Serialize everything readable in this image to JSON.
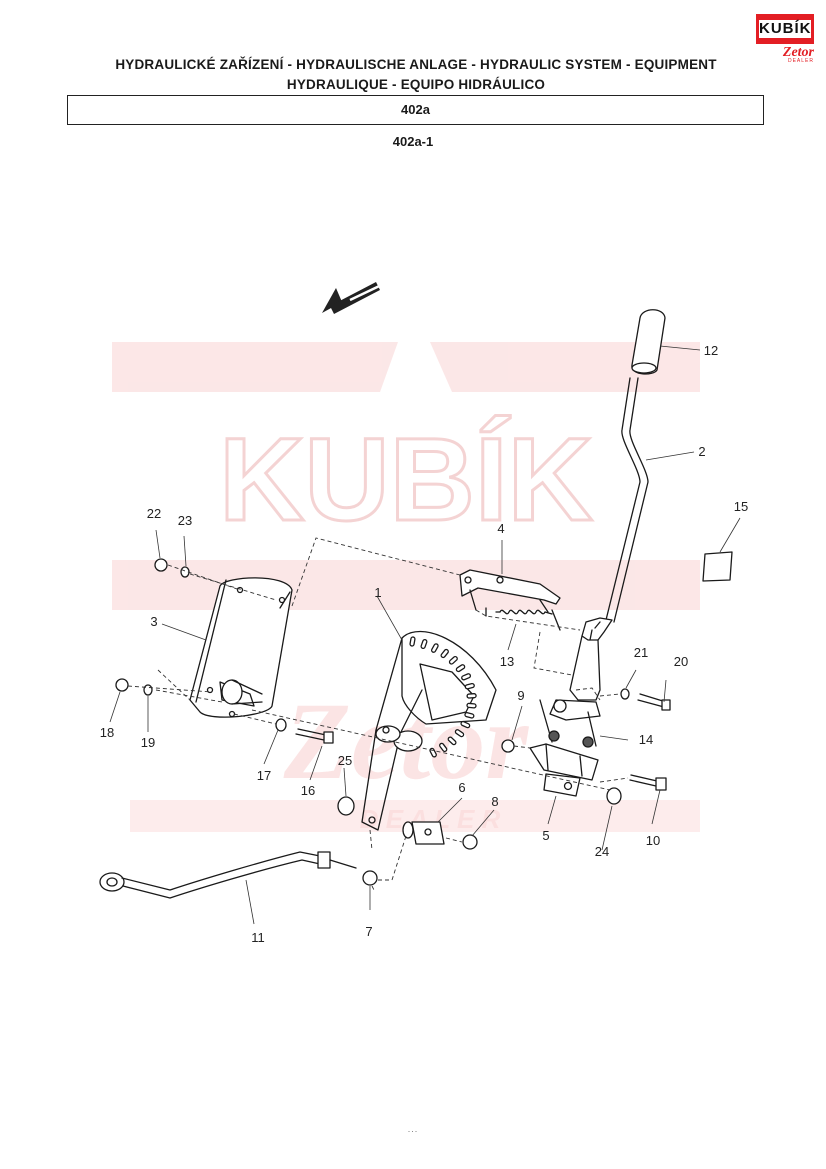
{
  "header": {
    "title_line1": "HYDRAULICKÉ ZAŘÍZENÍ - HYDRAULISCHE ANLAGE - HYDRAULIC SYSTEM - EQUIPMENT",
    "title_line2": "HYDRAULIQUE - EQUIPO HIDRÁULICO",
    "section_code": "402a",
    "figure_code": "402a-1"
  },
  "logo": {
    "brand": "KUBÍK",
    "make": "Zetor",
    "tag": "DEALER",
    "brand_color": "#e31e24"
  },
  "watermark": {
    "text": "KUBÍK",
    "make": "Zetor",
    "tag": "D E A L E R",
    "color": "#fbe3e3"
  },
  "diagram": {
    "callouts": [
      "1",
      "2",
      "3",
      "4",
      "5",
      "6",
      "7",
      "8",
      "9",
      "10",
      "11",
      "12",
      "13",
      "14",
      "15",
      "16",
      "17",
      "18",
      "19",
      "20",
      "21",
      "22",
      "23",
      "24",
      "25"
    ]
  },
  "footer": {
    "page_number": "..."
  }
}
